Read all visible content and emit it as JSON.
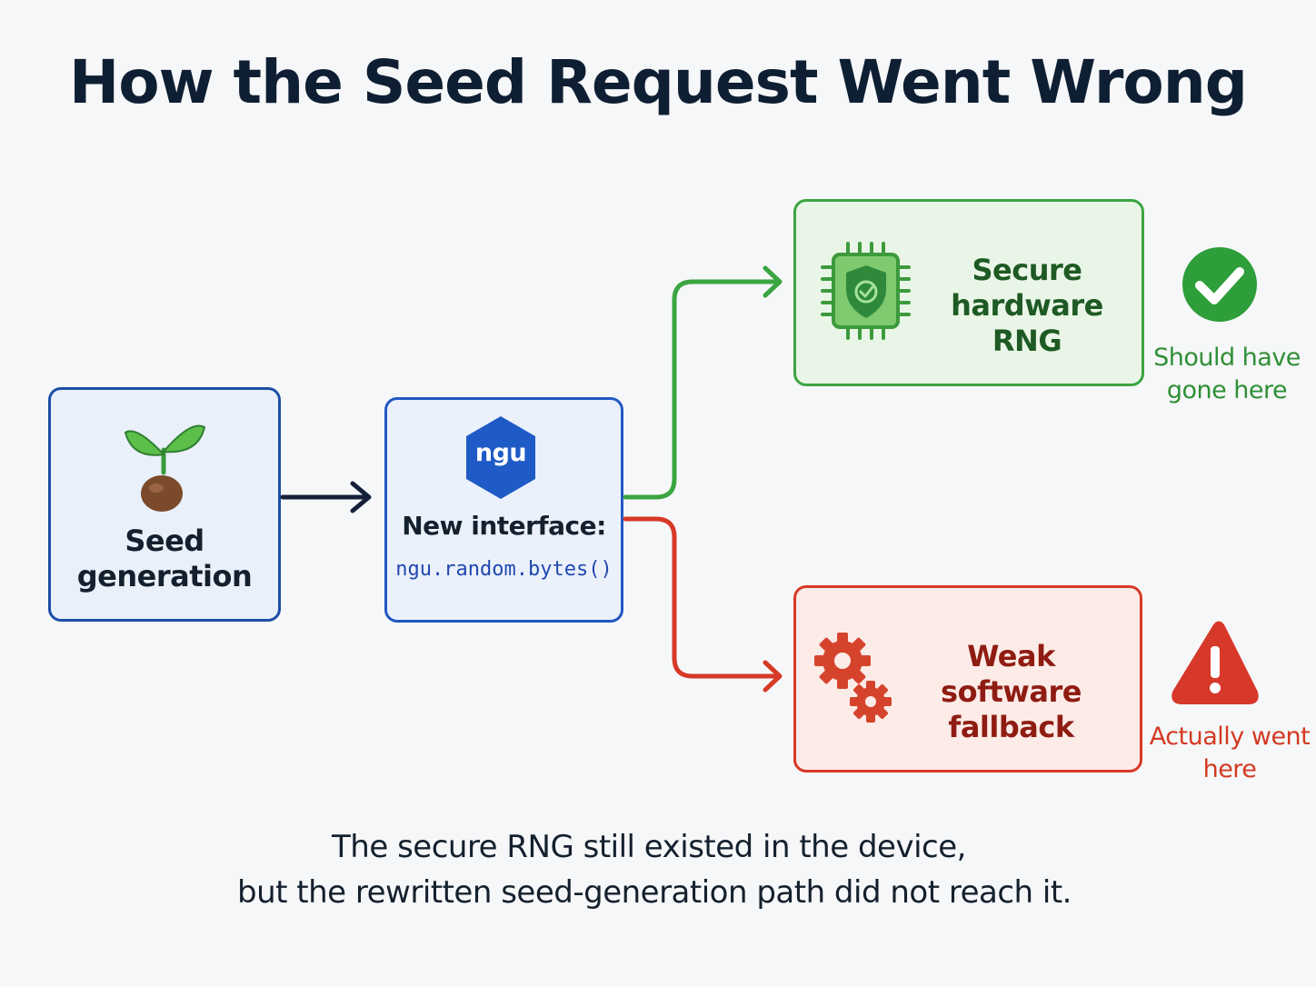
{
  "title": "How the Seed Request Went Wrong",
  "nodes": {
    "seed": {
      "label_line1": "Seed",
      "label_line2": "generation"
    },
    "ngu": {
      "badge": "ngu",
      "label": "New interface:",
      "code": "ngu.random.bytes()"
    },
    "secure": {
      "label_line1": "Secure",
      "label_line2": "hardware RNG"
    },
    "weak": {
      "label_line1": "Weak",
      "label_line2": "software fallback"
    }
  },
  "annotations": {
    "expected": {
      "line1": "Should have",
      "line2": "gone here"
    },
    "actual": {
      "line1": "Actually went",
      "line2": "here"
    }
  },
  "caption": {
    "line1": "The secure RNG still existed in the device,",
    "line2": "but the rewritten seed-generation path did not reach it."
  },
  "colors": {
    "navy": "#14203a",
    "blue": "#2358c2",
    "green": "#3ba541",
    "red": "#d63a27"
  },
  "icons": {
    "seed": "sprout-icon",
    "ngu": "hexagon-badge-icon",
    "secure": "chip-shield-icon",
    "weak": "gears-icon",
    "expected": "check-circle-icon",
    "actual": "warning-triangle-icon"
  }
}
